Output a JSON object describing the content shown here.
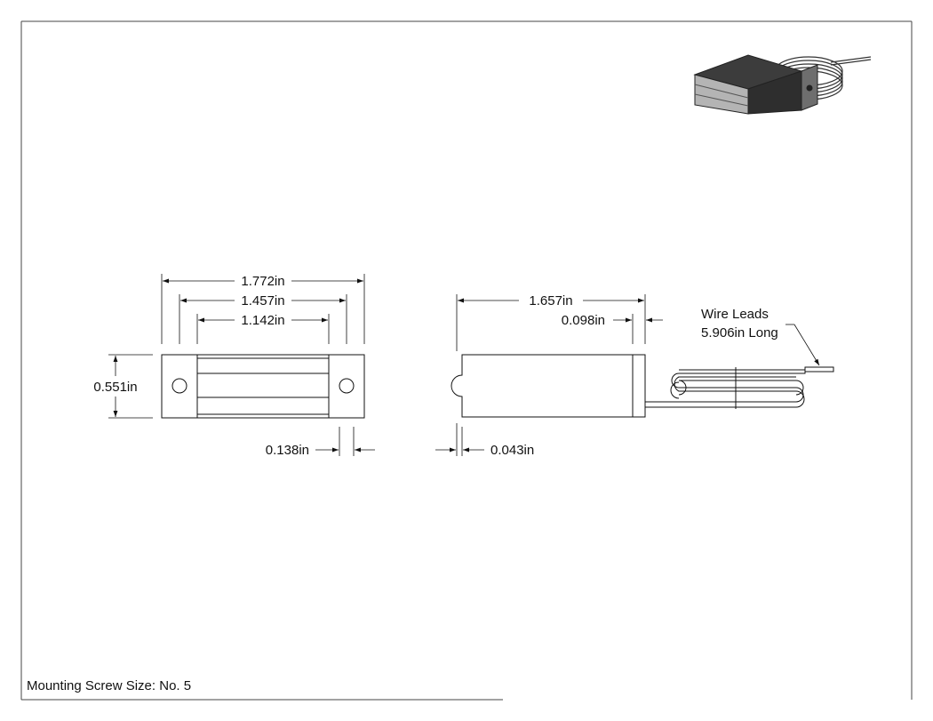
{
  "drawing": {
    "dimensions": {
      "overall_length": "1.772in",
      "hole_spacing": "1.457in",
      "body_length": "1.142in",
      "height": "0.551in",
      "hole_offset": "0.138in",
      "side_length": "1.657in",
      "flange_thickness": "0.098in",
      "end_offset": "0.043in"
    },
    "wire_note": {
      "line1": "Wire Leads",
      "line2": "5.906in Long"
    },
    "footer_note": "Mounting Screw Size: No. 5",
    "colors": {
      "line": "#111111",
      "frame": "#444444",
      "iso_dark": "#3c3c3c",
      "iso_mid": "#6e6e6e",
      "iso_light": "#b4b4b4"
    }
  }
}
